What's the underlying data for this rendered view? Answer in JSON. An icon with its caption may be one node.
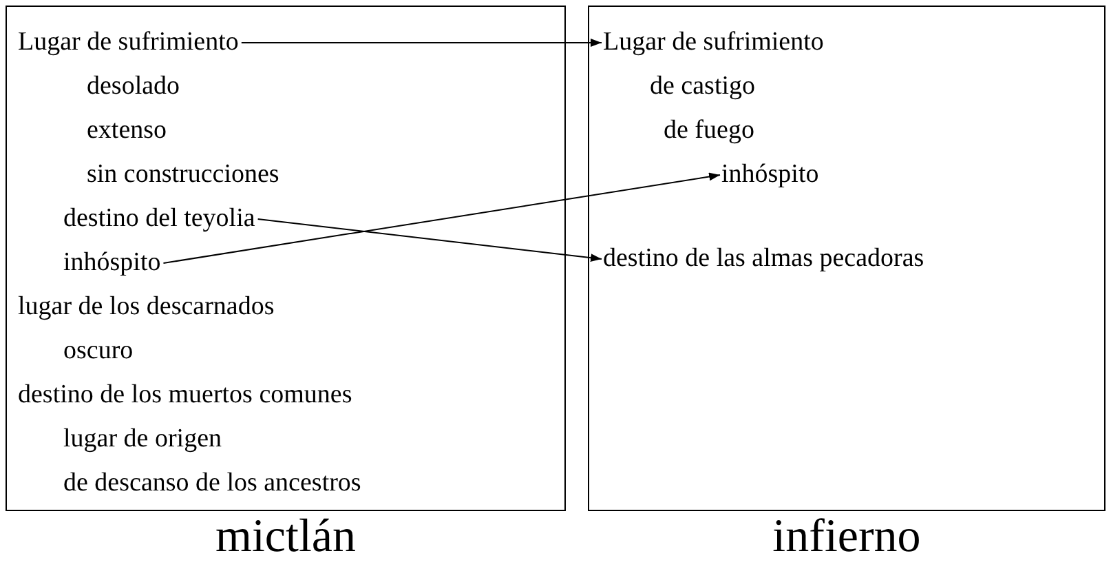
{
  "diagram": {
    "nodes": [
      {
        "text": [
          "mictlán"
        ]
      },
      {
        "text": [
          "Lugar de sufrimiento"
        ],
        "in": 0
      },
      {
        "text": [
          "desolado"
        ],
        "in": 0
      },
      {
        "text": [
          "extenso"
        ],
        "in": 0
      },
      {
        "text": [
          "sin construcciones"
        ],
        "in": 0
      },
      {
        "text": [
          "destino del teyolia"
        ],
        "in": 0
      },
      {
        "text": [
          "inhóspito"
        ],
        "in": 0
      },
      {
        "text": [
          "lugar de los descarnados"
        ],
        "in": 0
      },
      {
        "text": [
          "oscuro"
        ],
        "in": 0
      },
      {
        "text": [
          "destino de los muertos comunes"
        ],
        "in": 0
      },
      {
        "text": [
          "lugar de origen"
        ],
        "in": 0
      },
      {
        "text": [
          "de descanso de los ancestros"
        ],
        "in": 0
      },
      {
        "text": [
          "infierno"
        ]
      },
      {
        "text": [
          "Lugar de sufrimiento"
        ],
        "in": 12
      },
      {
        "text": [
          "de castigo"
        ],
        "in": 12
      },
      {
        "text": [
          "de fuego"
        ],
        "in": 12
      },
      {
        "text": [
          "inhóspito"
        ],
        "in": 12
      },
      {
        "text": [
          "destino de las almas pecadoras"
        ],
        "in": 12
      }
    ],
    "edges": [
      {
        "from": 1,
        "to": 13,
        "arrow": "to"
      },
      {
        "from": 6,
        "to": 16,
        "arrow": "to"
      },
      {
        "from": 5,
        "to": 17,
        "arrow": "to"
      }
    ]
  }
}
